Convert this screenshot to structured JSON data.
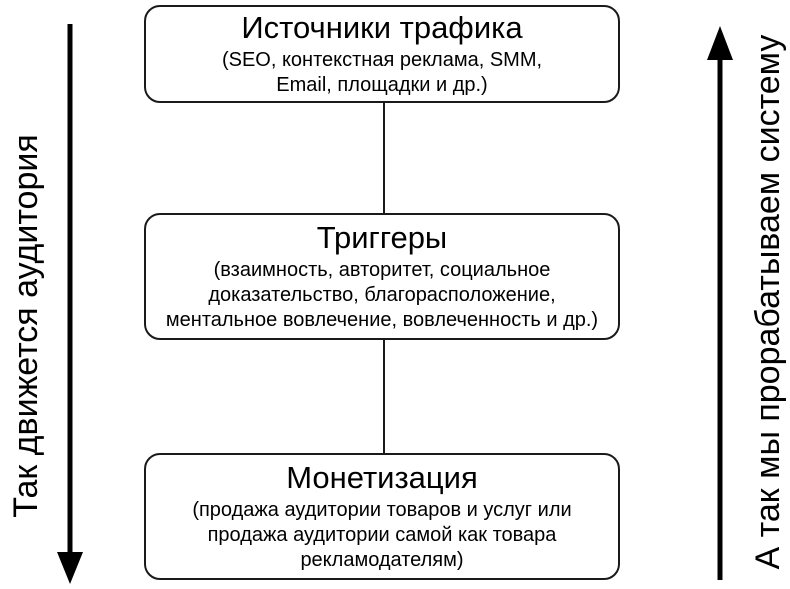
{
  "diagram": {
    "left_flow": {
      "label": "Так движется аудитория",
      "arrow_direction": "down"
    },
    "right_flow": {
      "label": "А так мы прорабатываем систему",
      "arrow_direction": "up"
    },
    "nodes": [
      {
        "title": "Источники трафика",
        "subtitle_lines": [
          "(SEO, контекстная реклама, SMM,",
          "Email, площадки и др.)"
        ]
      },
      {
        "title": "Триггеры",
        "subtitle_lines": [
          "(взаимность, авторитет, социальное",
          "доказательство, благорасположение,",
          "ментальное вовлечение, вовлеченность и др.)"
        ]
      },
      {
        "title": "Монетизация",
        "subtitle_lines": [
          "(продажа аудитории товаров и услуг или",
          "продажа аудитории самой как товара",
          "рекламодателям)"
        ]
      }
    ],
    "colors": {
      "stroke": "#000000",
      "background": "#ffffff",
      "text": "#000000"
    }
  }
}
